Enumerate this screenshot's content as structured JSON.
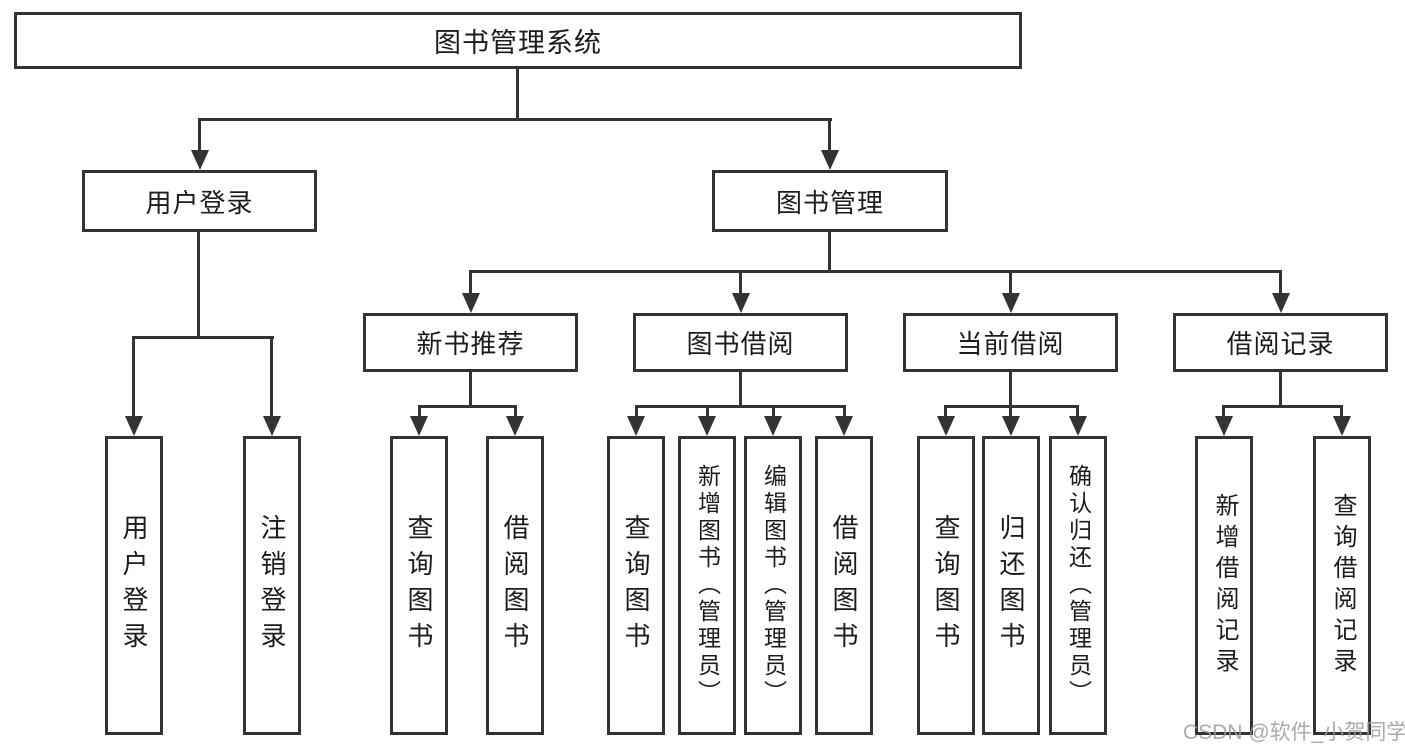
{
  "diagram_title": "图书管理系统",
  "tree": {
    "root": {
      "label": "图书管理系统"
    },
    "branches": [
      {
        "label": "用户登录",
        "children": [
          {
            "label": "用户登录"
          },
          {
            "label": "注销登录"
          }
        ]
      },
      {
        "label": "图书管理",
        "children": [
          {
            "label": "新书推荐",
            "children": [
              {
                "label": "查询图书"
              },
              {
                "label": "借阅图书"
              }
            ]
          },
          {
            "label": "图书借阅",
            "children": [
              {
                "label": "查询图书"
              },
              {
                "label": "新增图书（管理员）"
              },
              {
                "label": "编辑图书（管理员）"
              },
              {
                "label": "借阅图书"
              }
            ]
          },
          {
            "label": "当前借阅",
            "children": [
              {
                "label": "查询图书"
              },
              {
                "label": "归还图书"
              },
              {
                "label": "确认归还（管理员）"
              }
            ]
          },
          {
            "label": "借阅记录",
            "children": [
              {
                "label": "新增借阅记录"
              },
              {
                "label": "查询借阅记录"
              }
            ]
          }
        ]
      }
    ]
  },
  "watermark": {
    "text": "CSDN @软件_小贺同学"
  },
  "colors": {
    "line": "#333333",
    "text": "#1c1c1c",
    "background": "#ffffff",
    "watermark": "#9c9c9c"
  }
}
